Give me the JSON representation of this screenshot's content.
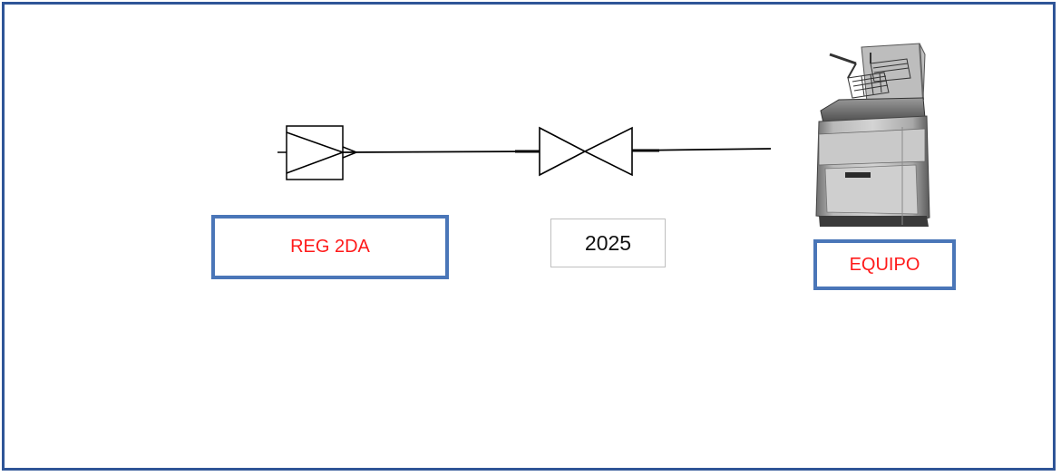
{
  "diagram": {
    "regulator_label": "REG 2DA",
    "valve_label": "2025",
    "equipment_label": "EQUIPO"
  },
  "colors": {
    "frame_border": "#2f5597",
    "label_border": "#4a76b8",
    "label_text_red": "#ff1a1a",
    "line": "#000000"
  },
  "icons": {
    "regulator": "regulator-icon",
    "valve": "gate-valve-icon",
    "equipment": "deep-fryer-icon"
  }
}
